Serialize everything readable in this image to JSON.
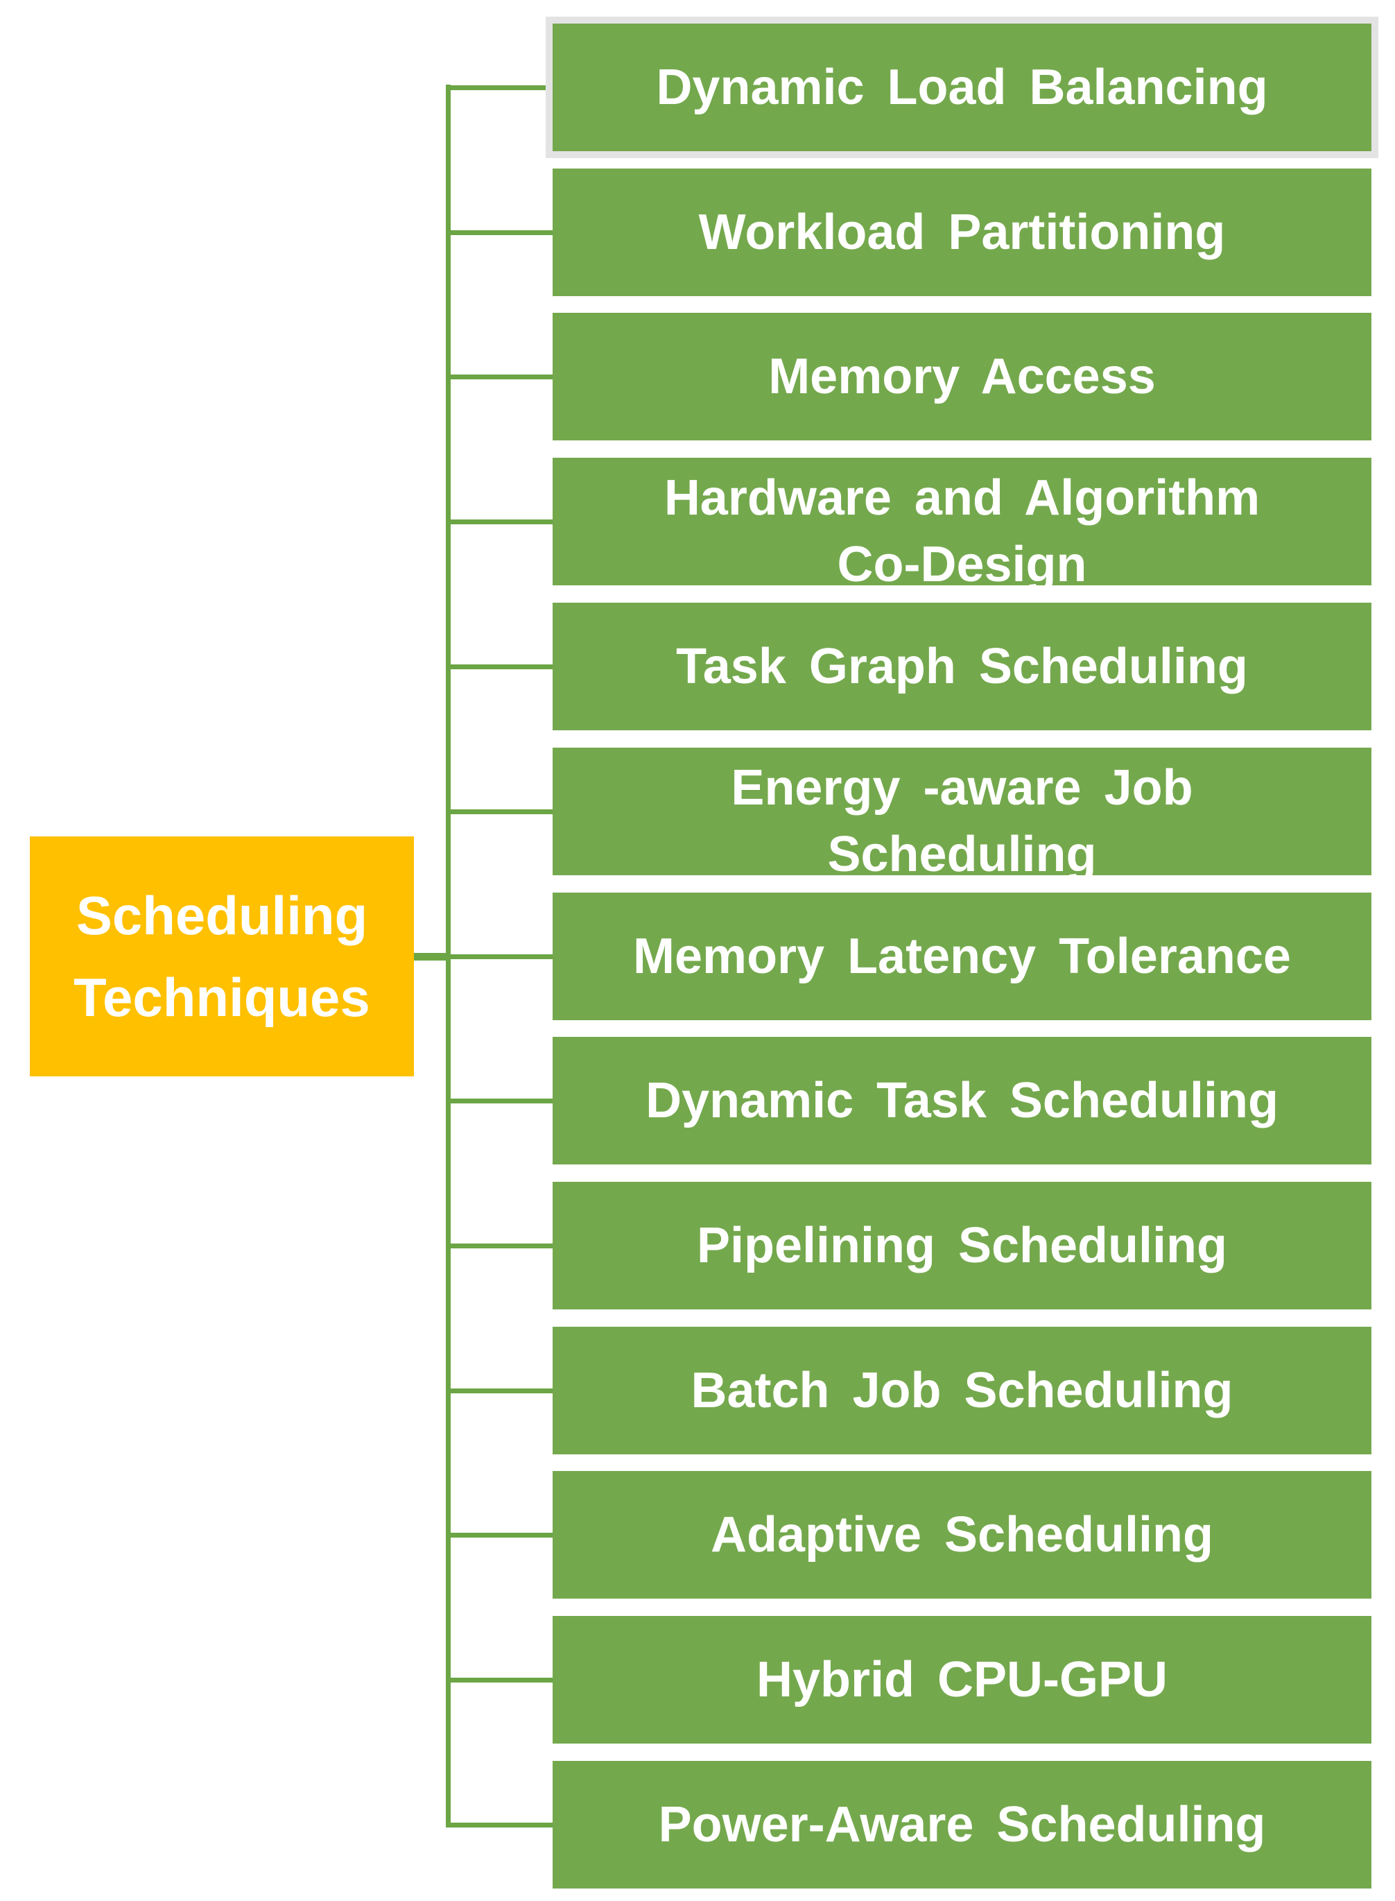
{
  "diagram": {
    "root": {
      "lines": [
        "Scheduling",
        "Techniques"
      ]
    },
    "nodes": [
      {
        "lines": [
          "Dynamic Load Balancing"
        ],
        "highlighted": true
      },
      {
        "lines": [
          "Workload Partitioning"
        ]
      },
      {
        "lines": [
          "Memory Access"
        ]
      },
      {
        "lines": [
          "Hardware and Algorithm",
          "Co-Design"
        ]
      },
      {
        "lines": [
          "Task Graph Scheduling"
        ]
      },
      {
        "lines": [
          "Energy -aware Job",
          "Scheduling"
        ]
      },
      {
        "lines": [
          "Memory Latency Tolerance"
        ]
      },
      {
        "lines": [
          "Dynamic Task Scheduling"
        ]
      },
      {
        "lines": [
          "Pipelining Scheduling"
        ]
      },
      {
        "lines": [
          "Batch Job Scheduling"
        ]
      },
      {
        "lines": [
          "Adaptive Scheduling"
        ]
      },
      {
        "lines": [
          "Hybrid CPU-GPU"
        ]
      },
      {
        "lines": [
          "Power-Aware Scheduling"
        ]
      }
    ],
    "colors": {
      "node_fill": "#74A84D",
      "root_fill": "#FFC000",
      "connector": "#6BA544",
      "selected_border": "#E4E3E3",
      "text": "#FFFFFF"
    }
  }
}
